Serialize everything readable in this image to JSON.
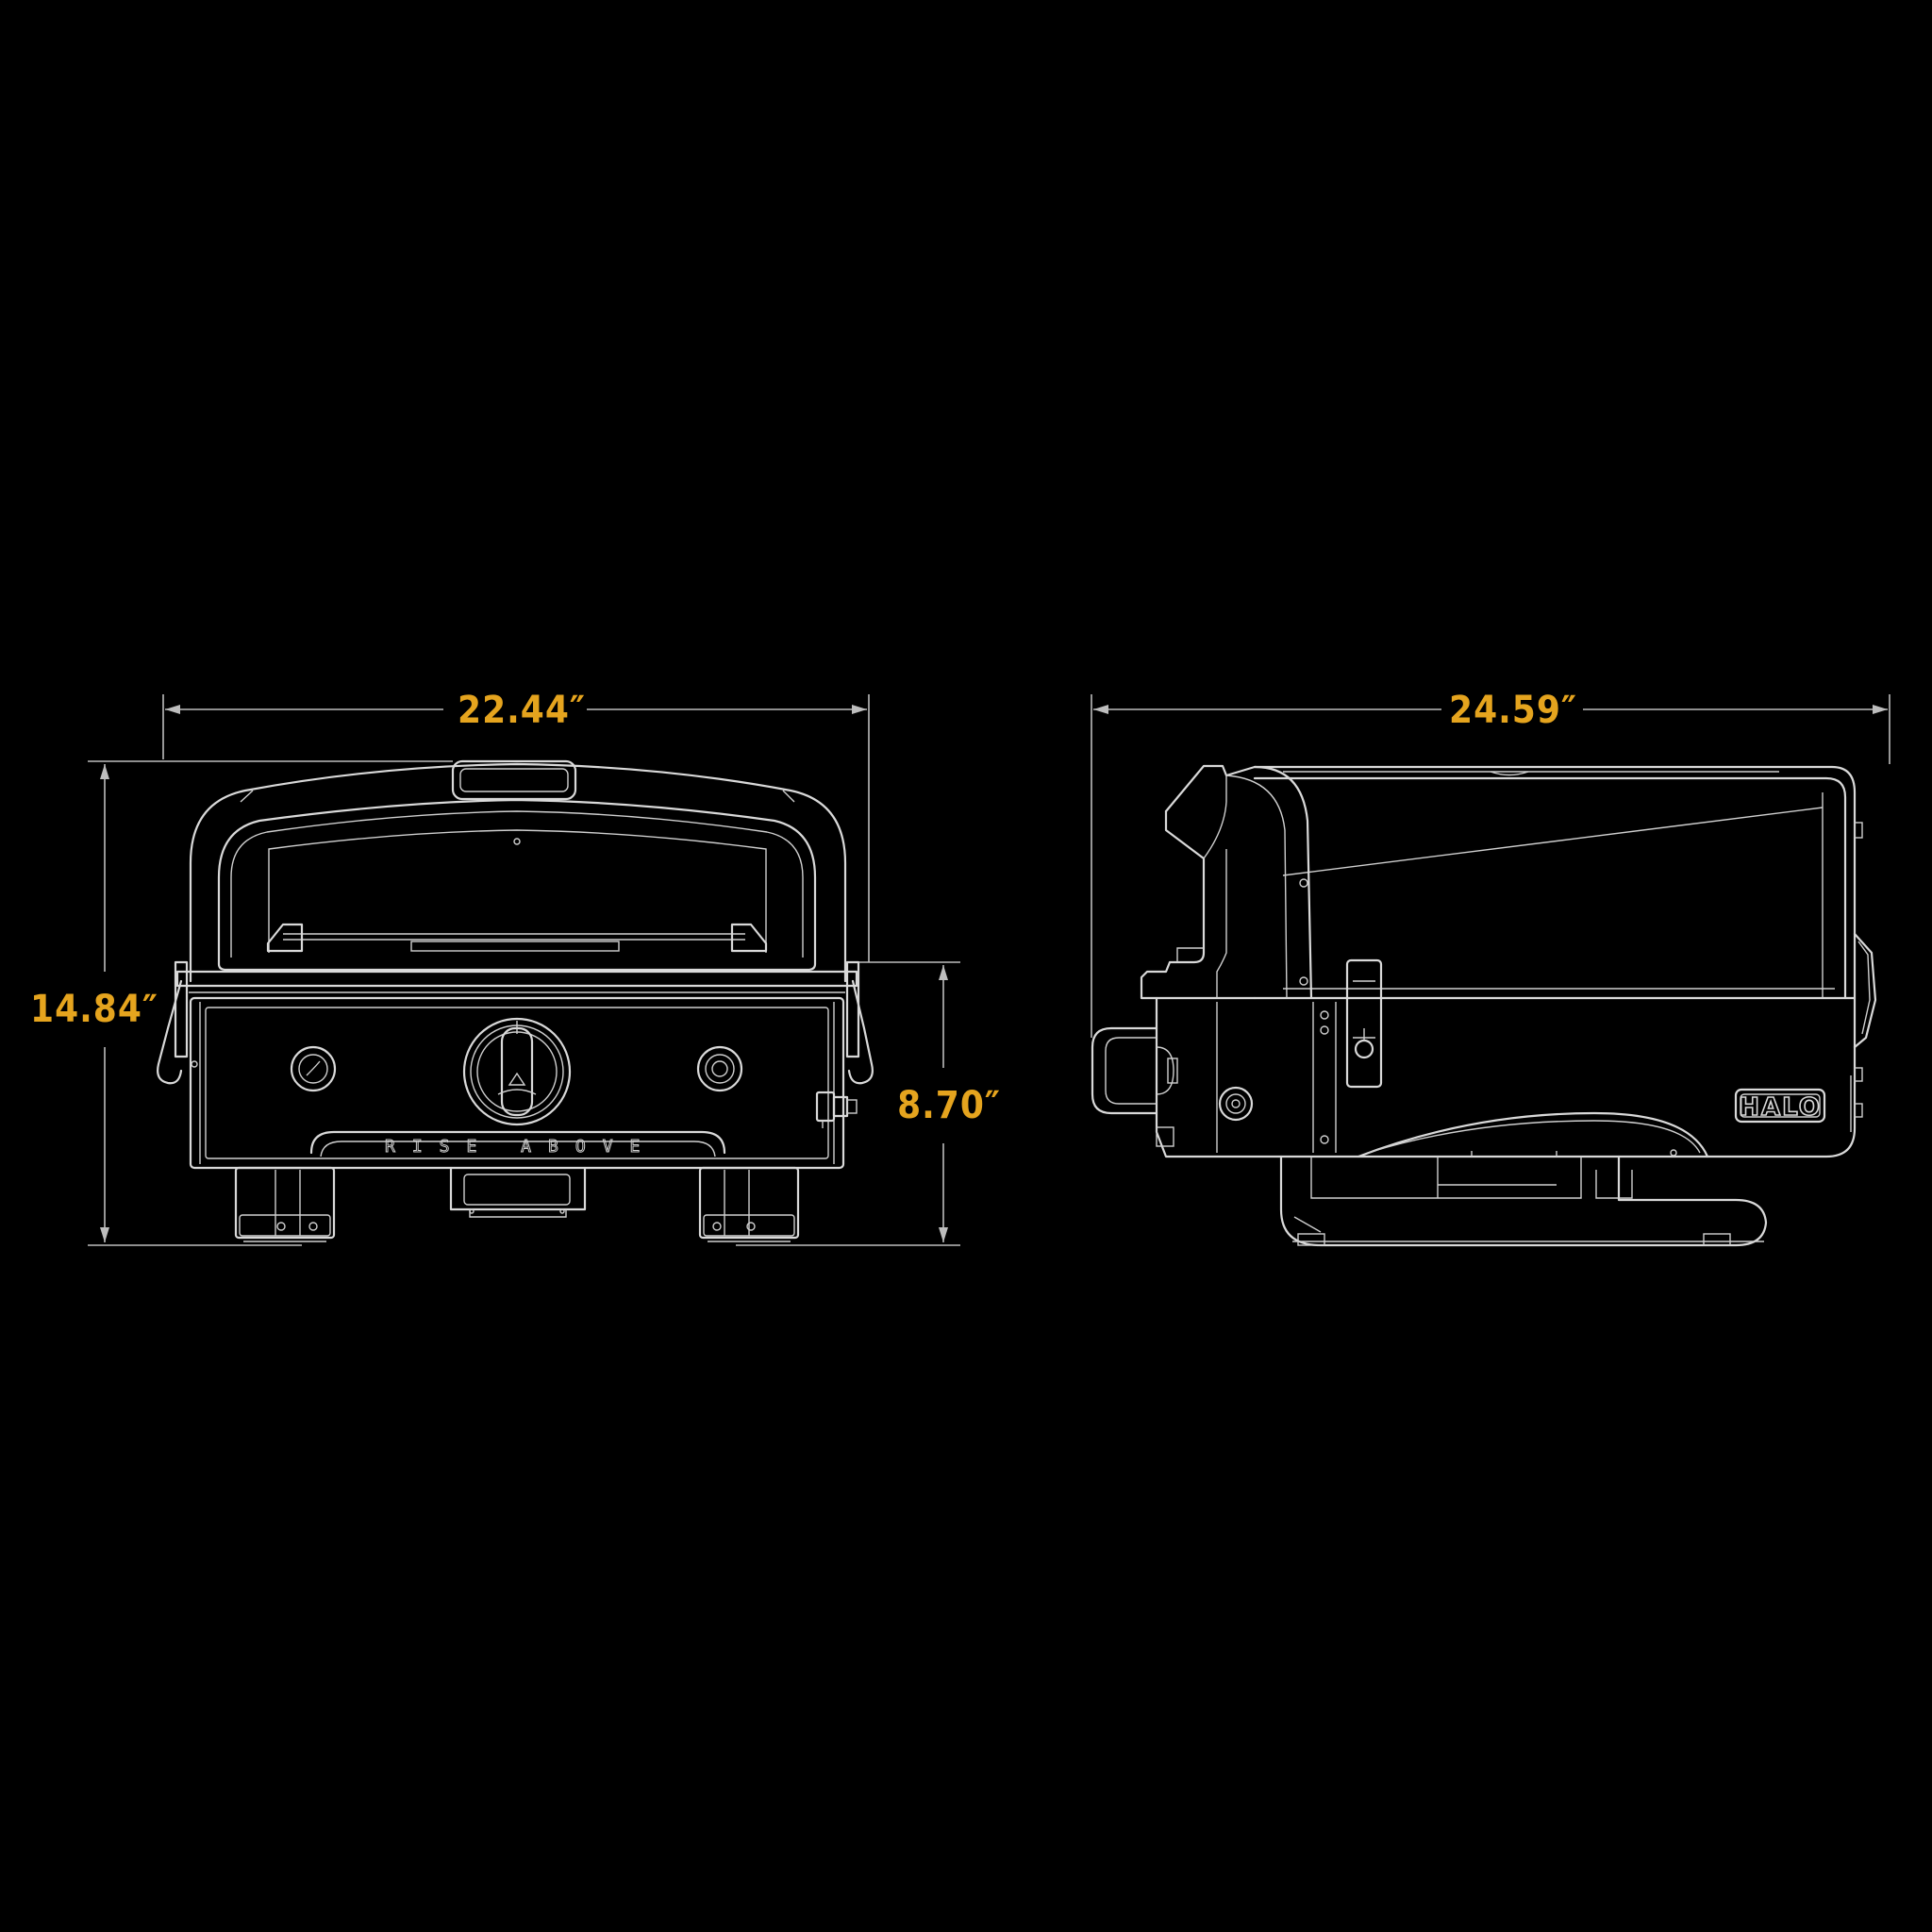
{
  "colors": {
    "background": "#000000",
    "line": "#d9d9d9",
    "dimension": "#e5a41e"
  },
  "front_view": {
    "width_label": "22.44″",
    "height_label": "14.84″",
    "base_height_label": "8.70″",
    "slogan": "RISE ABOVE"
  },
  "side_view": {
    "depth_label": "24.59″",
    "brand": "HALO"
  }
}
